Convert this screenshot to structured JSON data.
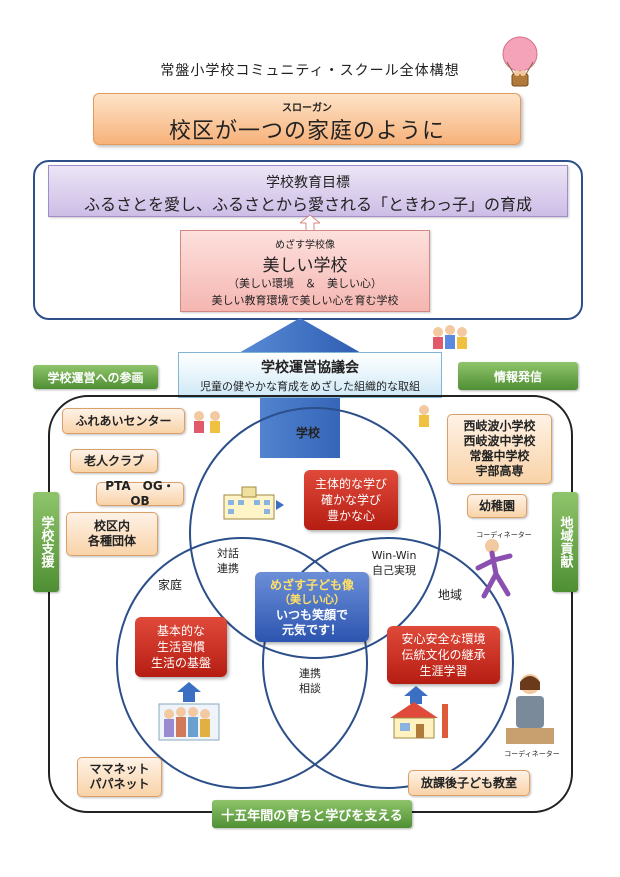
{
  "document": {
    "title": "常盤小学校コミュニティ・スクール全体構想"
  },
  "slogan": {
    "label": "スローガン",
    "text": "校区が一つの家庭のように"
  },
  "goal": {
    "title": "学校教育目標",
    "text": "ふるさとを愛し、ふるさとから愛される「ときわっ子」の育成"
  },
  "ideal_school": {
    "label": "めざす学校像",
    "title": "美しい学校",
    "sub1": "（美しい環境　＆　美しい心）",
    "sub2": "美しい教育環境で美しい心を育む学校"
  },
  "council": {
    "title": "学校運営協議会",
    "text": "児童の健やかな育成をめざした組織的な取組"
  },
  "tabs": {
    "participation": "学校運営への参画",
    "info": "情報発信",
    "school_support": "学校支援",
    "community": "地域貢献",
    "bottom": "十五年間の育ちと学びを支える"
  },
  "left_orgs": {
    "fureai": "ふれあいセンター",
    "rojin": "老人クラブ",
    "pta": "PTA　OG・OB",
    "kouku": [
      "校区内",
      "各種団体"
    ],
    "mama": [
      "ママネット",
      "パパネット"
    ]
  },
  "right_orgs": {
    "schools": [
      "西岐波小学校",
      "西岐波中学校",
      "常盤中学校",
      "宇部高専"
    ],
    "kindergarten": "幼稚園",
    "afterschool": "放課後子ども教室"
  },
  "coordinator": "コーディネーター",
  "venn": {
    "school_label": "学校",
    "home_label": "家庭",
    "area_label": "地域",
    "dialogue": [
      "対話",
      "連携"
    ],
    "winwin": "Win-Win",
    "self": "自己実現",
    "cooperation": [
      "連携",
      "相談"
    ],
    "school_card": [
      "主体的な学び",
      "確かな学び",
      "豊かな心"
    ],
    "home_card": [
      "基本的な",
      "生活習慣",
      "生活の基盤"
    ],
    "area_card": [
      "安心安全な環境",
      "伝統文化の継承",
      "生涯学習"
    ],
    "center_title": "めざす子ども像",
    "center_sub": "（美しい心）",
    "center_main": [
      "いつも笑顔で",
      "元気です！"
    ]
  },
  "colors": {
    "frame_blue": "#2f4f8a",
    "arrow_blue": "#3a6fc4",
    "green": "#4f8f33",
    "red": "#c62a1c",
    "orange": "#f7b27a",
    "purple": "#cdbde6"
  }
}
